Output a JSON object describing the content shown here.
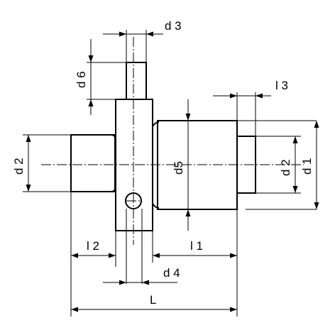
{
  "labels": {
    "d3": "d 3",
    "d6": "d 6",
    "l3": "l 3",
    "d2_left": "d 2",
    "d5": "d5",
    "d2_right": "d 2",
    "d1": "d 1",
    "l2": "l 2",
    "l1": "l 1",
    "d4": "d 4",
    "L": "L"
  }
}
